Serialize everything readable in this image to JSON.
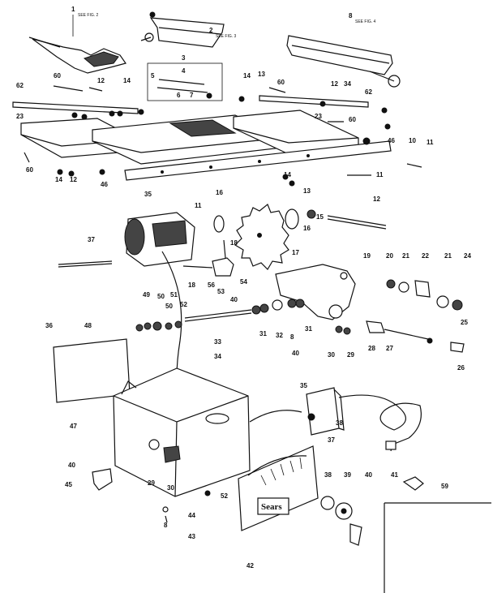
{
  "brand": "Sears",
  "callouts": [
    {
      "id": "c1",
      "text": "1",
      "sub": "SEE FIG. 2"
    },
    {
      "id": "c2",
      "text": "2",
      "sub": "SEE FIG. 3"
    },
    {
      "id": "c3",
      "text": "3"
    },
    {
      "id": "c4",
      "text": "4"
    },
    {
      "id": "c5",
      "text": "5"
    },
    {
      "id": "c6",
      "text": "6"
    },
    {
      "id": "c7",
      "text": "7"
    },
    {
      "id": "c8",
      "text": "8",
      "sub": "SEE FIG. 4"
    },
    {
      "id": "c14a",
      "text": "14"
    },
    {
      "id": "c13a",
      "text": "13"
    },
    {
      "id": "c60a",
      "text": "60"
    },
    {
      "id": "c12a",
      "text": "12"
    },
    {
      "id": "c34a",
      "text": "34"
    },
    {
      "id": "c62a",
      "text": "62"
    },
    {
      "id": "c62b",
      "text": "62"
    },
    {
      "id": "c60b",
      "text": "60"
    },
    {
      "id": "c12b",
      "text": "12"
    },
    {
      "id": "c14b",
      "text": "14"
    },
    {
      "id": "c23a",
      "text": "23"
    },
    {
      "id": "c23b",
      "text": "23"
    },
    {
      "id": "c60c",
      "text": "60"
    },
    {
      "id": "c46a",
      "text": "46"
    },
    {
      "id": "c10",
      "text": "10"
    },
    {
      "id": "c11a",
      "text": "11"
    },
    {
      "id": "c11b",
      "text": "11"
    },
    {
      "id": "c60d",
      "text": "60"
    },
    {
      "id": "c14c",
      "text": "14"
    },
    {
      "id": "c12c",
      "text": "12"
    },
    {
      "id": "c46b",
      "text": "46"
    },
    {
      "id": "c14d",
      "text": "14"
    },
    {
      "id": "c13b",
      "text": "13"
    },
    {
      "id": "c35a",
      "text": "35"
    },
    {
      "id": "c11c",
      "text": "11"
    },
    {
      "id": "c16a",
      "text": "16"
    },
    {
      "id": "c12d",
      "text": "12"
    },
    {
      "id": "c16b",
      "text": "16"
    },
    {
      "id": "c15",
      "text": "15"
    },
    {
      "id": "c37a",
      "text": "37"
    },
    {
      "id": "c18",
      "text": "18"
    },
    {
      "id": "c17",
      "text": "17"
    },
    {
      "id": "c19",
      "text": "19"
    },
    {
      "id": "c20",
      "text": "20"
    },
    {
      "id": "c21a",
      "text": "21"
    },
    {
      "id": "c22",
      "text": "22"
    },
    {
      "id": "c21b",
      "text": "21"
    },
    {
      "id": "c24",
      "text": "24"
    },
    {
      "id": "c18b",
      "text": "18"
    },
    {
      "id": "c56",
      "text": "56"
    },
    {
      "id": "c53",
      "text": "53"
    },
    {
      "id": "c54",
      "text": "54"
    },
    {
      "id": "c40a",
      "text": "40"
    },
    {
      "id": "c49",
      "text": "49"
    },
    {
      "id": "c50a",
      "text": "50"
    },
    {
      "id": "c51",
      "text": "51"
    },
    {
      "id": "c50b",
      "text": "50"
    },
    {
      "id": "c52a",
      "text": "52"
    },
    {
      "id": "c31a",
      "text": "31"
    },
    {
      "id": "c32",
      "text": "32"
    },
    {
      "id": "c31b",
      "text": "31"
    },
    {
      "id": "c33",
      "text": "33"
    },
    {
      "id": "c8b",
      "text": "8"
    },
    {
      "id": "c40b",
      "text": "40"
    },
    {
      "id": "c30a",
      "text": "30"
    },
    {
      "id": "c29a",
      "text": "29"
    },
    {
      "id": "c28",
      "text": "28"
    },
    {
      "id": "c27",
      "text": "27"
    },
    {
      "id": "c25",
      "text": "25"
    },
    {
      "id": "c26",
      "text": "26"
    },
    {
      "id": "c36",
      "text": "36"
    },
    {
      "id": "c48",
      "text": "48"
    },
    {
      "id": "c34b",
      "text": "34"
    },
    {
      "id": "c35b",
      "text": "35"
    },
    {
      "id": "c47",
      "text": "47"
    },
    {
      "id": "c37b",
      "text": "37"
    },
    {
      "id": "c38a",
      "text": "38"
    },
    {
      "id": "c38b",
      "text": "38"
    },
    {
      "id": "c39a",
      "text": "39"
    },
    {
      "id": "c40c",
      "text": "40"
    },
    {
      "id": "c41",
      "text": "41"
    },
    {
      "id": "c59",
      "text": "59"
    },
    {
      "id": "c40d",
      "text": "40"
    },
    {
      "id": "c45",
      "text": "45"
    },
    {
      "id": "c29b",
      "text": "29"
    },
    {
      "id": "c30b",
      "text": "30"
    },
    {
      "id": "c52b",
      "text": "52"
    },
    {
      "id": "c44",
      "text": "44"
    },
    {
      "id": "c8c",
      "text": "8"
    },
    {
      "id": "c43",
      "text": "43"
    },
    {
      "id": "c42",
      "text": "42"
    }
  ]
}
